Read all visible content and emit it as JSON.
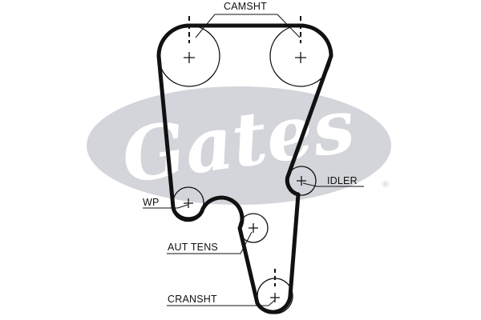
{
  "watermark": {
    "brand": "Gates",
    "registered_mark": "®",
    "color": "#d3d5da"
  },
  "belt_color": "#111111",
  "pulleys": {
    "camshaft_left": {
      "role": "camshaft"
    },
    "camshaft_right": {
      "role": "camshaft"
    },
    "idler": {
      "role": "idler"
    },
    "water_pump": {
      "role": "water pump"
    },
    "auto_tensioner": {
      "role": "automatic tensioner"
    },
    "crankshaft": {
      "role": "crankshaft"
    }
  },
  "labels": {
    "camshaft": "CAMSHT",
    "idler": "IDLER",
    "water_pump": "WP",
    "auto_tensioner": "AUT TENS",
    "crankshaft": "CRANSHT"
  }
}
